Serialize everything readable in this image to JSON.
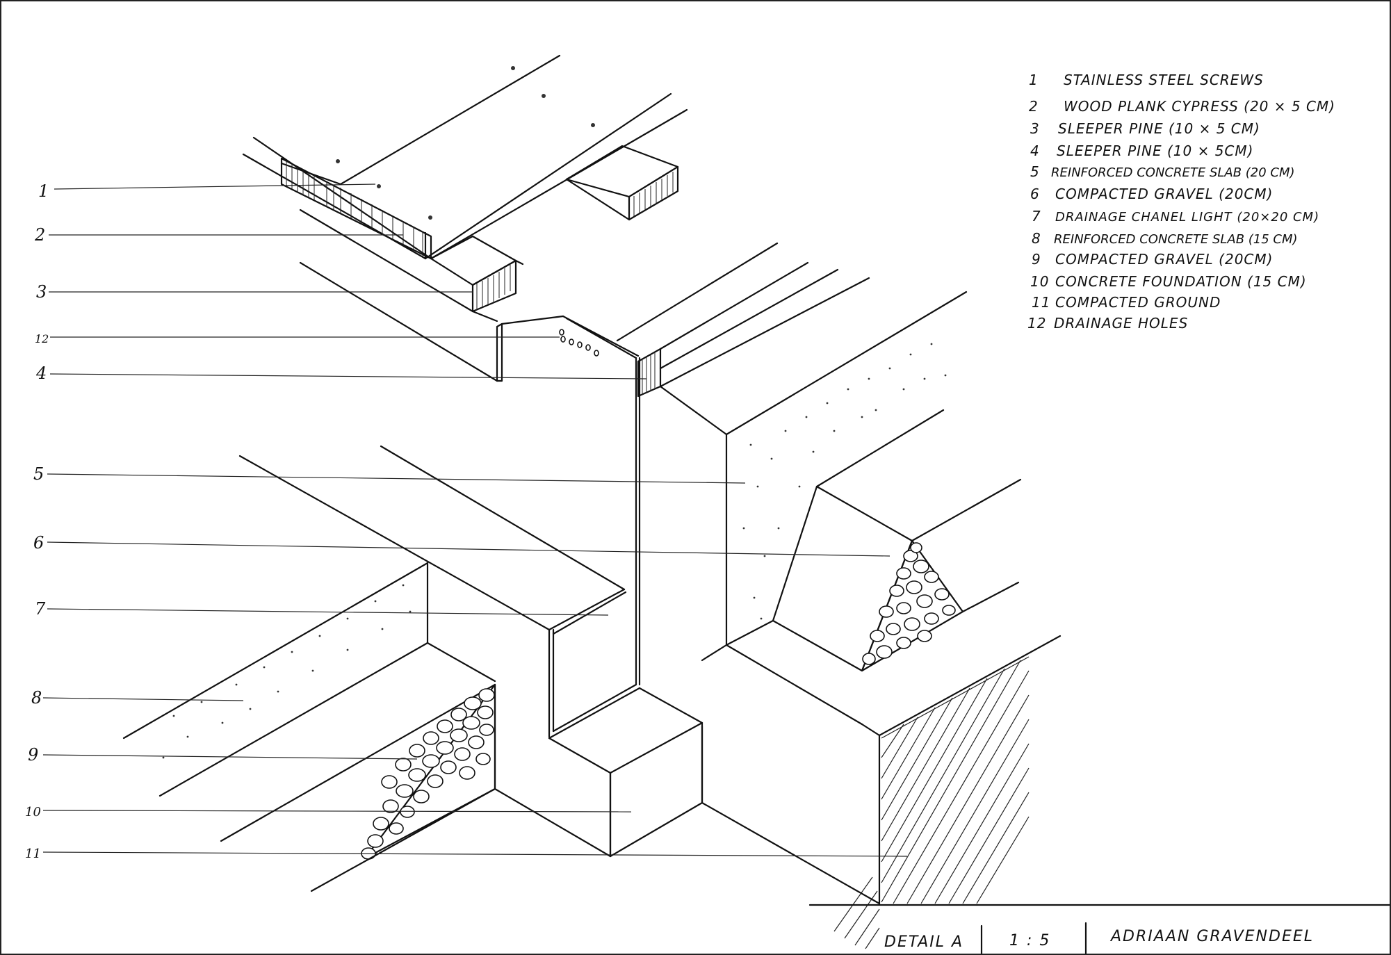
{
  "legend": {
    "items": [
      {
        "num": "1",
        "text": "STAINLESS STEEL SCREWS"
      },
      {
        "num": "2",
        "text": "WOOD PLANK CYPRESS (20 × 5 CM)"
      },
      {
        "num": "3",
        "text": "SLEEPER PINE (10 × 5 CM)"
      },
      {
        "num": "4",
        "text": "SLEEPER PINE (10 × 5CM)"
      },
      {
        "num": "5",
        "text": "REINFORCED CONCRETE SLAB (20 CM)"
      },
      {
        "num": "6",
        "text": "COMPACTED GRAVEL (20CM)"
      },
      {
        "num": "7",
        "text": "DRAINAGE CHANEL LIGHT (20×20 CM)"
      },
      {
        "num": "8",
        "text": "REINFORCED CONCRETE SLAB (15 CM)"
      },
      {
        "num": "9",
        "text": "COMPACTED GRAVEL (20CM)"
      },
      {
        "num": "10",
        "text": "CONCRETE FOUNDATION (15 CM)"
      },
      {
        "num": "11",
        "text": "COMPACTED GROUND"
      },
      {
        "num": "12",
        "text": "DRAINAGE HOLES"
      }
    ]
  },
  "callouts": [
    "1",
    "2",
    "3",
    "12",
    "4",
    "5",
    "6",
    "7",
    "8",
    "9",
    "10",
    "11"
  ],
  "title_block": {
    "detail": "DETAIL A",
    "scale": "1 : 5",
    "author": "ADRIAAN GRAVENDEEL"
  }
}
